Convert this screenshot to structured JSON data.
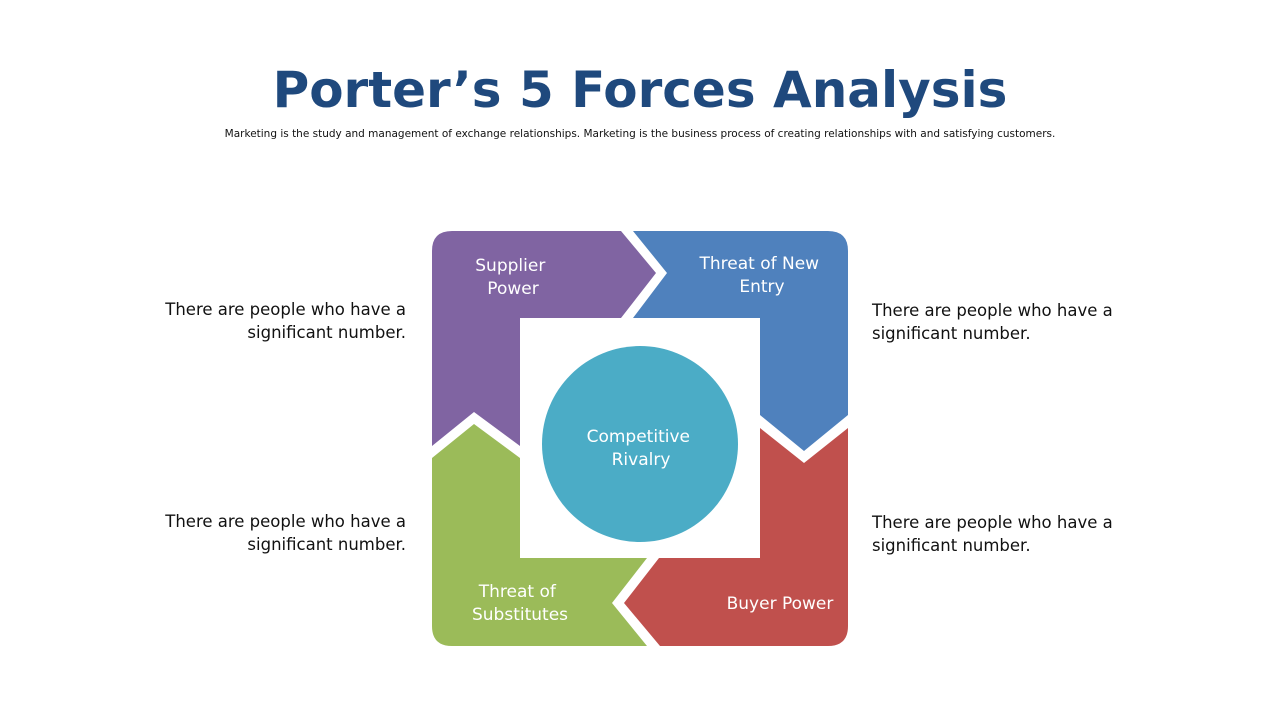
{
  "title": "Porter’s 5 Forces Analysis",
  "subtitle": "Marketing is the study and management of exchange relationships. Marketing is the  business process of creating relationships with and satisfying customers.",
  "colors": {
    "title": "#1f497d",
    "supplier": "#8064a2",
    "new_entry": "#4f81bd",
    "buyer": "#c0504d",
    "substitutes": "#9bbb59",
    "rivalry": "#4bacc6"
  },
  "forces": {
    "supplier": {
      "line1": "Supplier",
      "line2": "Power"
    },
    "new_entry": {
      "line1": "Threat of New",
      "line2": "Entry"
    },
    "buyer": {
      "line1": "Buyer Power"
    },
    "substitutes": {
      "line1": "Threat of",
      "line2": "Substitutes"
    },
    "rivalry": {
      "line1": "Competitive",
      "line2": "Rivalry"
    }
  },
  "notes": {
    "top_left": {
      "line1": "There are people who have a",
      "line2": "significant number."
    },
    "bottom_left": {
      "line1": "There are people who have a",
      "line2": "significant number."
    },
    "top_right": {
      "line1": "There are people who have a",
      "line2": "significant number."
    },
    "bottom_right": {
      "line1": "There are people who have a",
      "line2": "significant number."
    }
  }
}
